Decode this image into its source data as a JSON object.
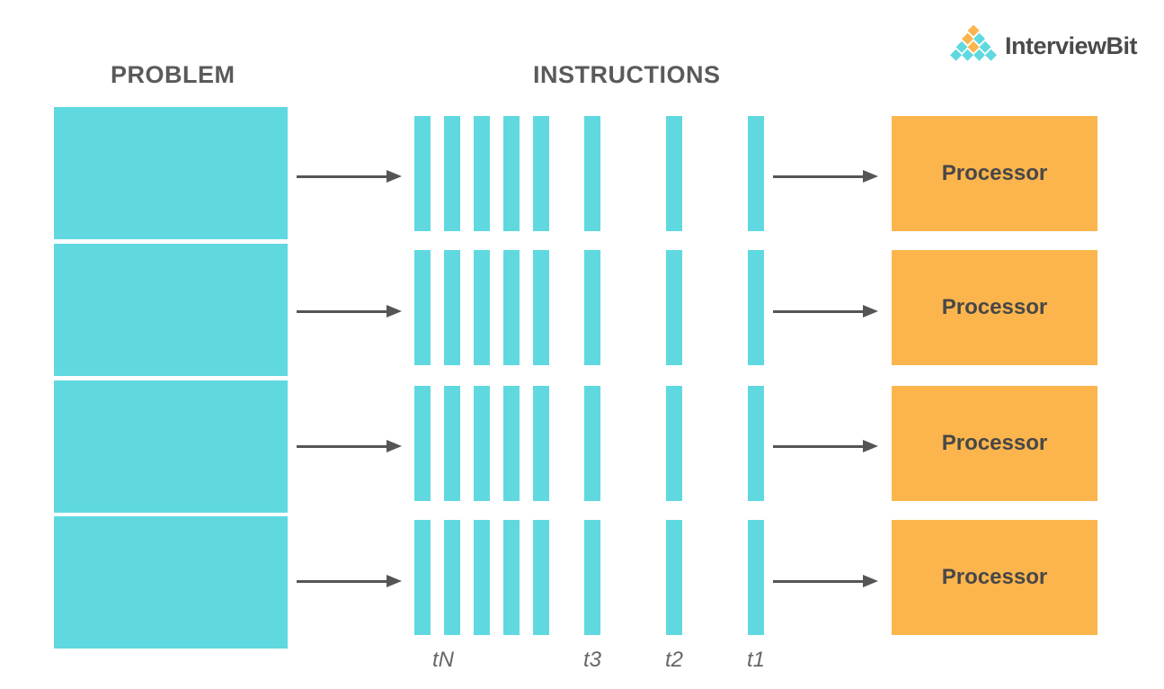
{
  "headings": {
    "problem": "PROBLEM",
    "instructions": "INSTRUCTIONS"
  },
  "rows": [
    {
      "processor_label": "Processor"
    },
    {
      "processor_label": "Processor"
    },
    {
      "processor_label": "Processor"
    },
    {
      "processor_label": "Processor"
    }
  ],
  "time_labels": {
    "tN": "tN",
    "t3": "t3",
    "t2": "t2",
    "t1": "t1"
  },
  "brand": {
    "name": "InterviewBit",
    "logo_icon": "pyramid-dots-icon"
  },
  "colors": {
    "problem": "#5fd9df",
    "instruction": "#5fd9df",
    "processor": "#fcb54d",
    "arrow": "#555555",
    "text": "#5a5a5a",
    "logo_teal": "#5fd9df",
    "logo_orange": "#fcb54d"
  }
}
